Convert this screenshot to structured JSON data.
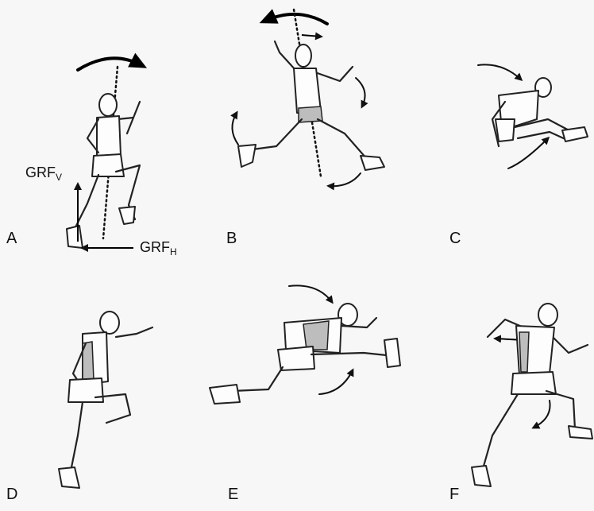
{
  "panels": [
    {
      "id": "A",
      "label": "A"
    },
    {
      "id": "B",
      "label": "B"
    },
    {
      "id": "C",
      "label": "C"
    },
    {
      "id": "D",
      "label": "D"
    },
    {
      "id": "E",
      "label": "E"
    },
    {
      "id": "F",
      "label": "F"
    }
  ],
  "forces": {
    "vertical": {
      "main": "GRF",
      "sub": "V"
    },
    "horizontal": {
      "main": "GRF",
      "sub": "H"
    }
  },
  "colors": {
    "background": "#f7f7f7",
    "ink": "#111111",
    "shading": "#bdbdbd"
  }
}
